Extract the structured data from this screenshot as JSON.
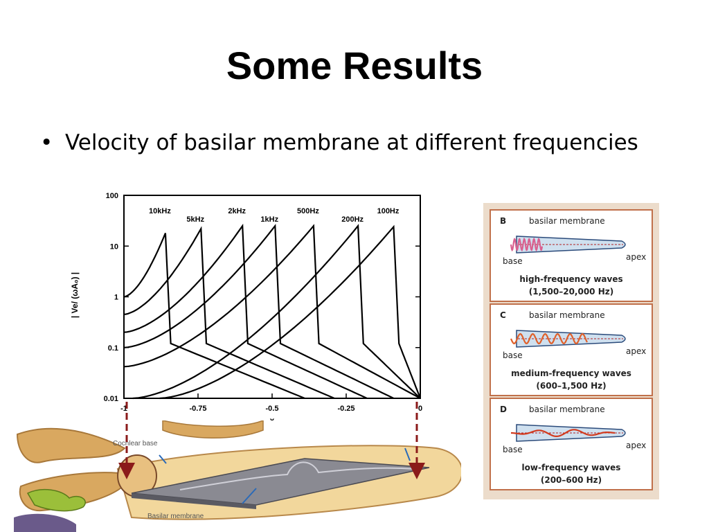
{
  "slide": {
    "title": "Some Results",
    "bullet": "Velocity of basilar membrane at different frequencies"
  },
  "chart_data": {
    "type": "line",
    "ylabel": "| Ve/ (ωA₀) |",
    "xlabel": "x",
    "x_ticks": [
      "-1",
      "-0.75",
      "-0.5",
      "-0.25",
      "0"
    ],
    "y_ticks": [
      "100",
      "10",
      "1",
      "0.1",
      "0.01"
    ],
    "y_scale": "log",
    "xlim": [
      -1,
      0
    ],
    "ylim": [
      0.01,
      100
    ],
    "grid": false,
    "series": [
      {
        "name": "10kHz",
        "peak_x": -0.86,
        "peak_y": 18,
        "x_start": -1.0,
        "y_start": 1.0,
        "rise": 0.06,
        "fall": 0.47
      },
      {
        "name": "5kHz",
        "peak_x": -0.74,
        "peak_y": 22,
        "x_start": -1.0,
        "y_start": 0.45,
        "rise": 0.075,
        "fall": 0.45
      },
      {
        "name": "2kHz",
        "peak_x": -0.6,
        "peak_y": 25,
        "x_start": -1.0,
        "y_start": 0.2,
        "rise": 0.095,
        "fall": 0.42
      },
      {
        "name": "1kHz",
        "peak_x": -0.49,
        "peak_y": 25,
        "x_start": -1.0,
        "y_start": 0.1,
        "rise": 0.11,
        "fall": 0.4
      },
      {
        "name": "500Hz",
        "peak_x": -0.36,
        "peak_y": 25,
        "x_start": -1.0,
        "y_start": 0.042,
        "rise": 0.13,
        "fall": 0.37
      },
      {
        "name": "200Hz",
        "peak_x": -0.21,
        "peak_y": 25,
        "x_start": -0.97,
        "y_start": 0.01,
        "rise": 0.15,
        "fall": 0.33
      },
      {
        "name": "100Hz",
        "peak_x": -0.09,
        "peak_y": 24,
        "x_start": -0.88,
        "y_start": 0.01,
        "rise": 0.17,
        "fall": 0.22
      }
    ]
  },
  "cochlea": {
    "labels": [
      "Cochlear base",
      "Basilar membrane"
    ]
  },
  "panels": [
    {
      "letter": "B",
      "membrane": "basilar membrane",
      "base": "base",
      "apex": "apex",
      "caption": "high-frequency waves",
      "range": "(1,500–20,000 Hz)",
      "wave_color": "#d9608f"
    },
    {
      "letter": "C",
      "membrane": "basilar membrane",
      "base": "base",
      "apex": "apex",
      "caption": "medium-frequency waves",
      "range": "(600–1,500 Hz)",
      "wave_color": "#e0602a"
    },
    {
      "letter": "D",
      "membrane": "basilar membrane",
      "base": "base",
      "apex": "apex",
      "caption": "low-frequency waves",
      "range": "(200–600 Hz)",
      "wave_color": "#d23a1e"
    }
  ],
  "colors": {
    "arrow": "#8b1a1a",
    "panel_border": "#c0704a",
    "panel_bg": "#f0e2d2",
    "membrane_fill": "#cfe0ef",
    "bone": "#d9a860",
    "tissue": "#f2d79c"
  }
}
